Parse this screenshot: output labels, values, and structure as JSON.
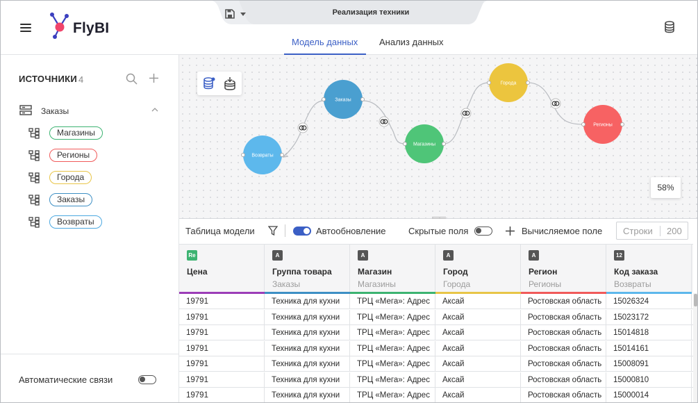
{
  "app": {
    "name": "FlyBI",
    "document_title": "Реализация техники"
  },
  "tabs": [
    {
      "label": "Модель данных",
      "active": true
    },
    {
      "label": "Анализ данных",
      "active": false
    }
  ],
  "sidebar": {
    "title": "ИСТОЧНИКИ",
    "count": "4",
    "group": {
      "label": "Заказы",
      "expanded": true
    },
    "tables": [
      {
        "label": "Магазины",
        "color": "#3cb371"
      },
      {
        "label": "Регионы",
        "color": "#f05a5a"
      },
      {
        "label": "Города",
        "color": "#e8c547"
      },
      {
        "label": "Заказы",
        "color": "#3d8fc4"
      },
      {
        "label": "Возвраты",
        "color": "#4ba8e0"
      }
    ],
    "auto_links": {
      "label": "Автоматические связи",
      "enabled": false
    }
  },
  "canvas": {
    "zoom": "58%",
    "nodes": [
      {
        "label": "Возвраты",
        "color": "#5db8ec"
      },
      {
        "label": "Заказы",
        "color": "#4a9fd0"
      },
      {
        "label": "Магазины",
        "color": "#4fc578"
      },
      {
        "label": "Города",
        "color": "#ecc53e"
      },
      {
        "label": "Регионы",
        "color": "#f76263"
      }
    ]
  },
  "toolbar": {
    "model_table": "Таблица модели",
    "auto_update": "Автообновление",
    "auto_update_on": true,
    "hidden_fields": "Скрытые поля",
    "hidden_fields_on": false,
    "calc_field": "Вычисляемое поле",
    "rows_label": "Строки",
    "rows_value": "200"
  },
  "table": {
    "columns": [
      {
        "type_badge": "Re",
        "badge_color": "#3cb371",
        "name": "Цена",
        "source": "",
        "bar_color": "#9c3db8"
      },
      {
        "type_badge": "A",
        "badge_color": "#555555",
        "name": "Группа товара",
        "source": "Заказы",
        "bar_color": "#3d8fc4"
      },
      {
        "type_badge": "A",
        "badge_color": "#555555",
        "name": "Магазин",
        "source": "Магазины",
        "bar_color": "#3cb371"
      },
      {
        "type_badge": "A",
        "badge_color": "#555555",
        "name": "Город",
        "source": "Города",
        "bar_color": "#e8c547"
      },
      {
        "type_badge": "A",
        "badge_color": "#555555",
        "name": "Регион",
        "source": "Регионы",
        "bar_color": "#f05a5a"
      },
      {
        "type_badge": "12",
        "badge_color": "#555555",
        "name": "Код заказа",
        "source": "Возвраты",
        "bar_color": "#5db8ec"
      }
    ],
    "rows": [
      [
        "19791",
        "Техника для кухни",
        "ТРЦ «Мега»: Адрес",
        "Аксай",
        "Ростовская область",
        "15026324"
      ],
      [
        "19791",
        "Техника для кухни",
        "ТРЦ «Мега»: Адрес",
        "Аксай",
        "Ростовская область",
        "15023172"
      ],
      [
        "19791",
        "Техника для кухни",
        "ТРЦ «Мега»: Адрес",
        "Аксай",
        "Ростовская область",
        "15014818"
      ],
      [
        "19791",
        "Техника для кухни",
        "ТРЦ «Мега»: Адрес",
        "Аксай",
        "Ростовская область",
        "15014161"
      ],
      [
        "19791",
        "Техника для кухни",
        "ТРЦ «Мега»: Адрес",
        "Аксай",
        "Ростовская область",
        "15008091"
      ],
      [
        "19791",
        "Техника для кухни",
        "ТРЦ «Мега»: Адрес",
        "Аксай",
        "Ростовская область",
        "15000810"
      ],
      [
        "19791",
        "Техника для кухни",
        "ТРЦ «Мега»: Адрес",
        "Аксай",
        "Ростовская область",
        "15000014"
      ]
    ]
  }
}
